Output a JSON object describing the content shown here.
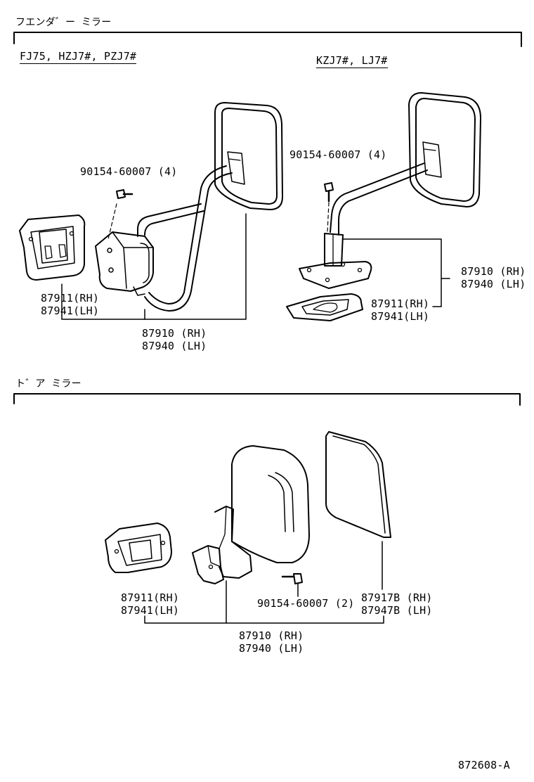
{
  "sections": {
    "fender": {
      "title": "フエンダ゛ー ミラー"
    },
    "door": {
      "title": "ト゛ア ミラー"
    }
  },
  "fender_left": {
    "models": "FJ75, HZJ7#, PZJ7#",
    "bolt": "90154-60007 (4)",
    "base_rh": "87911(RH)",
    "base_lh": "87941(LH)",
    "mirror_rh": "87910 (RH)",
    "mirror_lh": "87940 (LH)"
  },
  "fender_right": {
    "models": "KZJ7#, LJ7#",
    "bolt": "90154-60007 (4)",
    "mirror_rh": "87910 (RH)",
    "mirror_lh": "87940 (LH)",
    "base_rh": "87911(RH)",
    "base_lh": "87941(LH)"
  },
  "door_mirror": {
    "base_rh": "87911(RH)",
    "base_lh": "87941(LH)",
    "bolt": "90154-60007 (2)",
    "glass_rh": "87917B (RH)",
    "glass_lh": "87947B (LH)",
    "mirror_rh": "87910 (RH)",
    "mirror_lh": "87940 (LH)"
  },
  "figure_id": "872608-A"
}
